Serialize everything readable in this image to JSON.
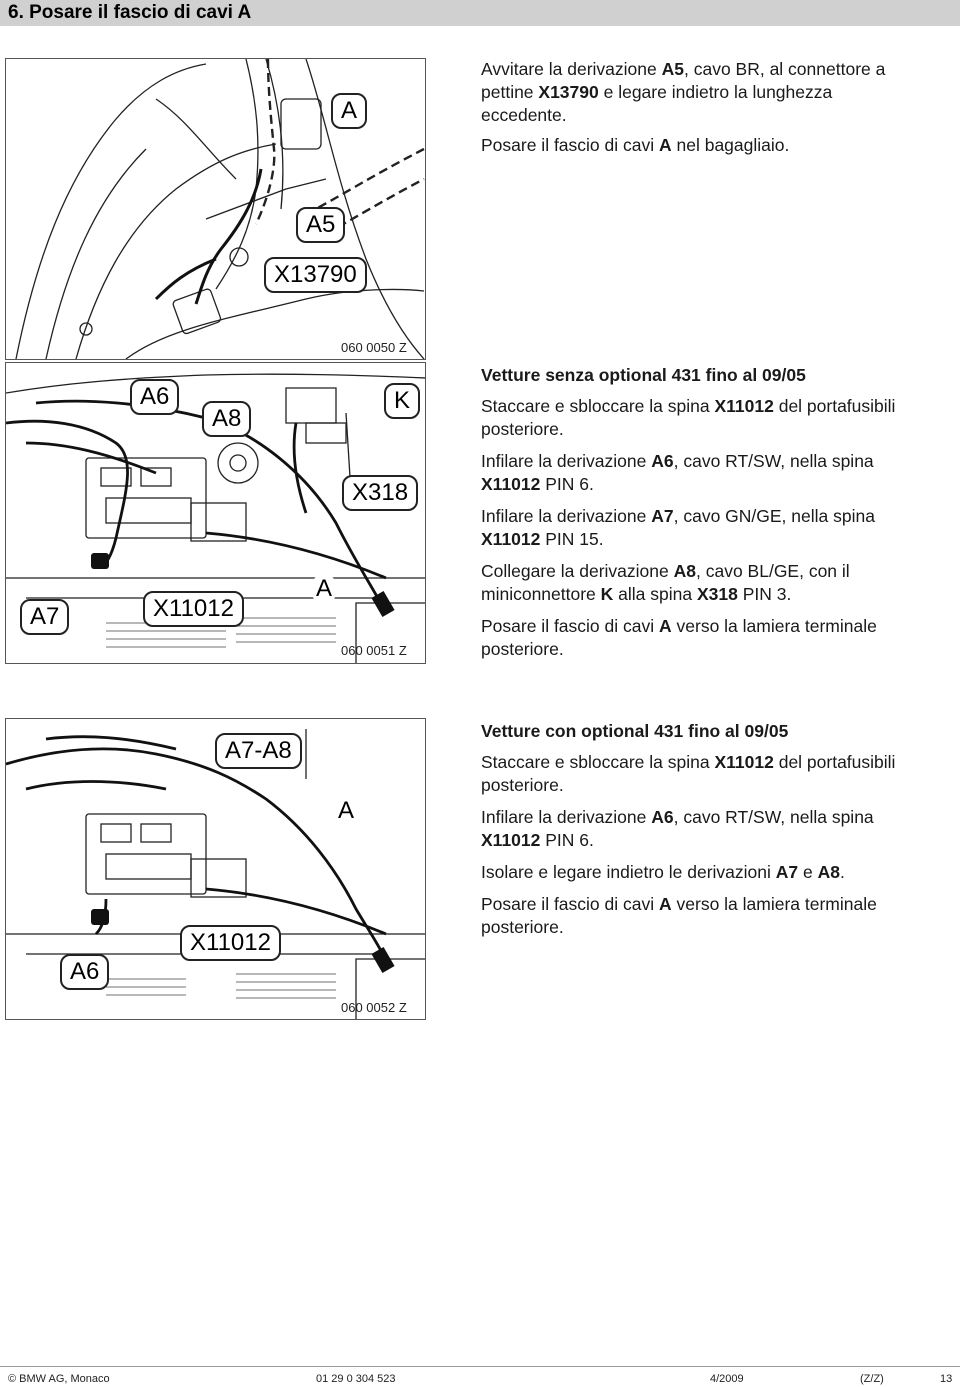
{
  "header": {
    "title": "6.   Posare il fascio di cavi A"
  },
  "figures": [
    {
      "code": "060 0050 Z",
      "labels": {
        "a": "A",
        "a5": "A5",
        "x13790": "X13790"
      }
    },
    {
      "code": "060 0051 Z",
      "labels": {
        "a6": "A6",
        "a8": "A8",
        "k": "K",
        "x318": "X318",
        "a7": "A7",
        "x11012": "X11012",
        "a": "A"
      }
    },
    {
      "code": "060 0052 Z",
      "labels": {
        "a7a8": "A7-A8",
        "a": "A",
        "x11012": "X11012",
        "a6": "A6"
      }
    }
  ],
  "section1": {
    "p1": {
      "t1": "Avvitare la derivazione ",
      "b1": "A5",
      "t2": ", cavo BR, al connettore a pettine ",
      "b2": "X13790",
      "t3": " e legare indietro la lunghezza eccedente."
    },
    "p2": {
      "t1": "Posare il fascio di cavi ",
      "b1": "A",
      "t2": " nel bagagliaio."
    }
  },
  "section2": {
    "heading": "Vetture senza optional 431 fino al 09/05",
    "p1": {
      "t1": "Staccare e sbloccare la spina ",
      "b1": "X11012",
      "t2": " del portafusibili posteriore."
    },
    "p2": {
      "t1": "Infilare la derivazione ",
      "b1": "A6",
      "t2": ", cavo RT/SW, nella spina ",
      "b2": "X11012",
      "t3": " PIN 6."
    },
    "p3": {
      "t1": "Infilare la derivazione ",
      "b1": "A7",
      "t2": ", cavo GN/GE, nella spina ",
      "b2": "X11012",
      "t3": " PIN 15."
    },
    "p4": {
      "t1": "Collegare la derivazione ",
      "b1": "A8",
      "t2": ", cavo BL/GE, con il miniconnettore ",
      "b2": "K",
      "t3": " alla spina ",
      "b3": "X318",
      "t4": " PIN 3."
    },
    "p5": {
      "t1": "Posare il fascio di cavi ",
      "b1": "A",
      "t2": " verso la lamiera terminale posteriore."
    }
  },
  "section3": {
    "heading": "Vetture con optional 431 fino al 09/05",
    "p1": {
      "t1": "Staccare e sbloccare la spina ",
      "b1": "X11012",
      "t2": " del portafusibili posteriore."
    },
    "p2": {
      "t1": "Infilare la derivazione ",
      "b1": "A6",
      "t2": ", cavo RT/SW, nella spina ",
      "b2": "X11012",
      "t3": " PIN 6."
    },
    "p3": {
      "t1": "Isolare e legare indietro le derivazioni ",
      "b1": "A7",
      "t2": " e ",
      "b2": "A8",
      "t3": "."
    },
    "p4": {
      "t1": "Posare il fascio di cavi ",
      "b1": "A",
      "t2": " verso la lamiera terminale posteriore."
    }
  },
  "footer": {
    "company": "© BMW AG, Monaco",
    "docnum": "01 29 0 304 523",
    "date": "4/2009",
    "code": "(Z/Z)",
    "page": "13"
  }
}
